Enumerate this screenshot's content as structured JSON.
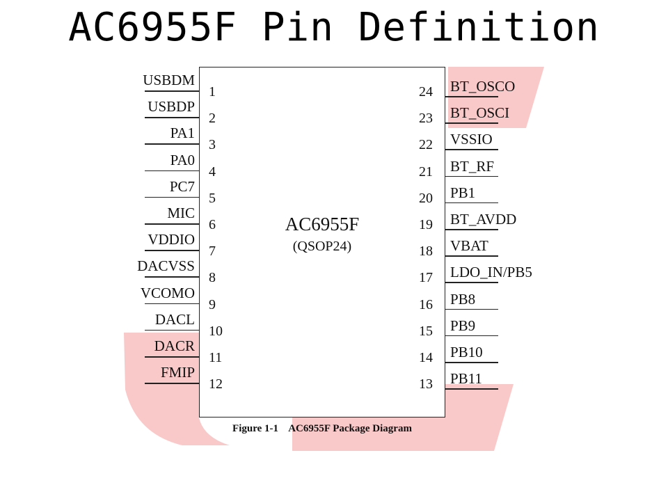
{
  "title": "AC6955F Pin Definition",
  "chip": {
    "name": "AC6955F",
    "package": "(QSOP24)"
  },
  "caption": {
    "figure": "Figure 1-1",
    "text": "AC6955F Package Diagram"
  },
  "colors": {
    "watermark": "#f9c9c9",
    "ink": "#111111"
  },
  "left_pins": [
    {
      "num": "1",
      "name": "USBDM"
    },
    {
      "num": "2",
      "name": "USBDP"
    },
    {
      "num": "3",
      "name": "PA1"
    },
    {
      "num": "4",
      "name": "PA0"
    },
    {
      "num": "5",
      "name": "PC7"
    },
    {
      "num": "6",
      "name": "MIC"
    },
    {
      "num": "7",
      "name": "VDDIO"
    },
    {
      "num": "8",
      "name": "DACVSS"
    },
    {
      "num": "9",
      "name": "VCOMO"
    },
    {
      "num": "10",
      "name": "DACL"
    },
    {
      "num": "11",
      "name": "DACR"
    },
    {
      "num": "12",
      "name": "FMIP"
    }
  ],
  "right_pins": [
    {
      "num": "24",
      "name": "BT_OSCO"
    },
    {
      "num": "23",
      "name": "BT_OSCI"
    },
    {
      "num": "22",
      "name": "VSSIO"
    },
    {
      "num": "21",
      "name": "BT_RF"
    },
    {
      "num": "20",
      "name": "PB1"
    },
    {
      "num": "19",
      "name": "BT_AVDD"
    },
    {
      "num": "18",
      "name": "VBAT"
    },
    {
      "num": "17",
      "name": "LDO_IN/PB5"
    },
    {
      "num": "16",
      "name": "PB8"
    },
    {
      "num": "15",
      "name": "PB9"
    },
    {
      "num": "14",
      "name": "PB10"
    },
    {
      "num": "13",
      "name": "PB11"
    }
  ]
}
